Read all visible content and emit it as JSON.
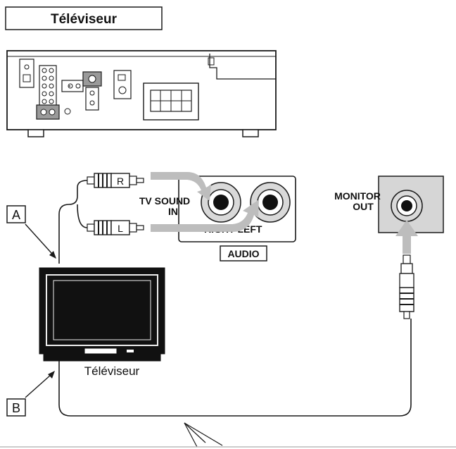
{
  "header": {
    "title": "Téléviseur"
  },
  "labels": {
    "a": "A",
    "b": "B",
    "tv_caption": "Téléviseur"
  },
  "audio_panel": {
    "input_label_line1": "TV SOUND",
    "input_label_line2": "IN",
    "channels_label": "RIGHT LEFT",
    "group_label": "AUDIO"
  },
  "monitor_panel": {
    "label_line1": "MONITOR",
    "label_line2": "OUT"
  },
  "plugs": {
    "right": "R",
    "left": "L"
  },
  "colors": {
    "line": "#1a1a1a",
    "panel_fill": "#d6d6d6",
    "arrow_fill": "#bdbdbd",
    "tv_fill": "#111111",
    "tv_screen_frame": "#eeeeee"
  }
}
